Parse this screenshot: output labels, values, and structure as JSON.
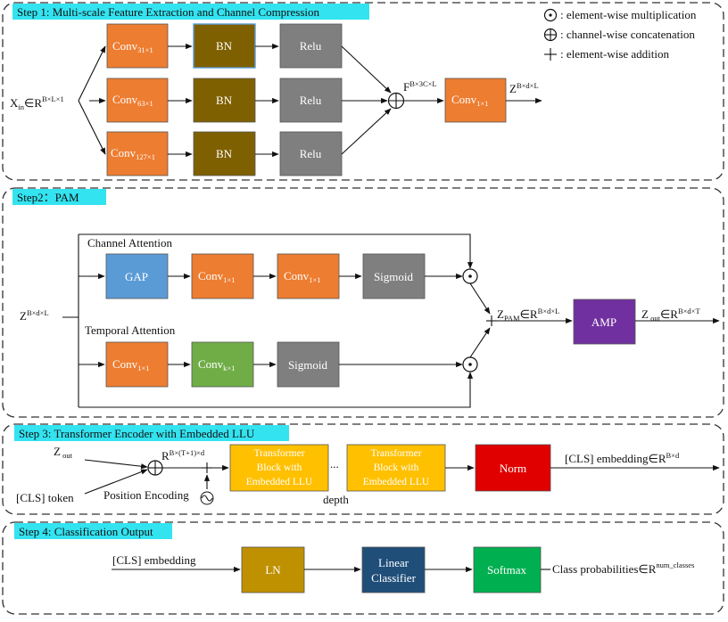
{
  "colors": {
    "title_bg": "#33e3f0",
    "conv": "#ed7d31",
    "bn": "#7f6000",
    "relu": "#7f7f7f",
    "gap": "#5b9bd5",
    "conv_k": "#70ad47",
    "amp": "#7030a0",
    "transformer": "#ffc000",
    "norm": "#e00000",
    "ln": "#bf9000",
    "linear": "#1f4e79",
    "softmax": "#00b050"
  },
  "legend": {
    "mult": ": element-wise multiplication",
    "concat": ": channel-wise concatenation",
    "add": ": element-wise addition"
  },
  "step1": {
    "title": "Step 1: Multi-scale Feature Extraction and Channel Compression",
    "input_main": "X",
    "input_sub": "in",
    "input_set": "∈R",
    "input_sup": "B×L×1",
    "convs": [
      "31×1",
      "63×1",
      "127×1"
    ],
    "conv_label": "Conv",
    "bn_label": "BN",
    "relu_label": "Relu",
    "concat_var": "F",
    "concat_sup": "B×3C×L",
    "compress_conv_sub": "1×1",
    "output_var": "Z",
    "output_sup": "B×d×L"
  },
  "step2": {
    "title": "Step2：PAM",
    "channel_attention": "Channel Attention",
    "temporal_attention": "Temporal Attention",
    "input_var": "Z",
    "input_sup": "B×d×L",
    "gap": "GAP",
    "conv_1x1": "1×1",
    "conv_k": "k×1",
    "sigmoid": "Sigmoid",
    "pam_var": "Z",
    "pam_sub": "PAM",
    "pam_set": "∈R",
    "pam_sup": "B×d×L",
    "amp": "AMP",
    "out_var": "Z",
    "out_sub": " out",
    "out_set": "∈R",
    "out_sup": "B×d×T"
  },
  "step3": {
    "title": "Step 3: Transformer Encoder with Embedded LLU",
    "z_out_var": "Z",
    "z_out_sub": " out",
    "cls_token": "[CLS] token",
    "position_encoding": "Position Encoding",
    "concat_set": "R",
    "concat_sup": "B×(T+1)×d",
    "transformer_lines": [
      "Transformer",
      "Block with",
      "Embedded LLU"
    ],
    "ellipsis": "...",
    "depth": "depth",
    "norm": "Norm",
    "output": "[CLS] embedding∈R",
    "output_sup": "B×d"
  },
  "step4": {
    "title": "Step 4: Classification Output",
    "input": "[CLS] embedding",
    "ln": "LN",
    "linear_lines": [
      "Linear",
      "Classifier"
    ],
    "softmax": "Softmax",
    "output": "Class probabilities∈R",
    "output_sup": "num_classes"
  }
}
